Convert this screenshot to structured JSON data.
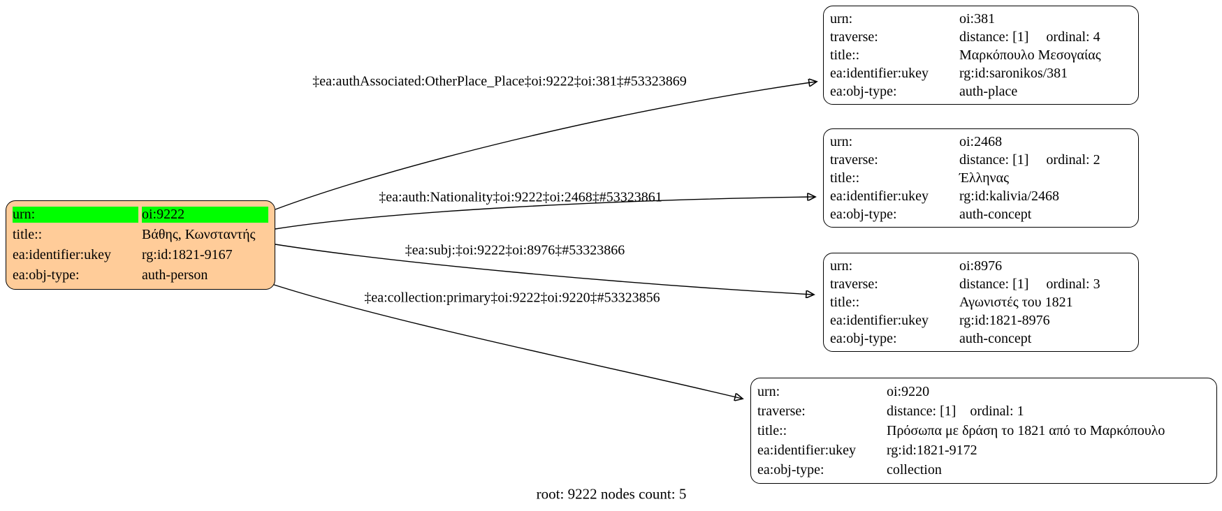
{
  "diagram": {
    "footer": "root: 9222 nodes count: 5",
    "colors": {
      "root_fill": "#ffcc99",
      "highlight": "#00ff00",
      "node_fill": "#ffffff",
      "border": "#000000"
    },
    "root": {
      "rows": [
        {
          "key": "urn:",
          "value": "oi:9222"
        },
        {
          "key": "title::",
          "value": "Βάθης, Κωνσταντής"
        },
        {
          "key": "ea:identifier:ukey",
          "value": "rg:id:1821-9167"
        },
        {
          "key": "ea:obj-type:",
          "value": "auth-person"
        }
      ]
    },
    "nodes": [
      {
        "rows": [
          {
            "key": "urn:",
            "value": "oi:381"
          },
          {
            "key": "traverse:",
            "value": "distance: [1]     ordinal: 4"
          },
          {
            "key": "title::",
            "value": "Μαρκόπουλο Μεσογαίας"
          },
          {
            "key": "ea:identifier:ukey",
            "value": "rg:id:saronikos/381"
          },
          {
            "key": "ea:obj-type:",
            "value": "auth-place"
          }
        ]
      },
      {
        "rows": [
          {
            "key": "urn:",
            "value": "oi:2468"
          },
          {
            "key": "traverse:",
            "value": "distance: [1]     ordinal: 2"
          },
          {
            "key": "title::",
            "value": "Έλληνας"
          },
          {
            "key": "ea:identifier:ukey",
            "value": "rg:id:kalivia/2468"
          },
          {
            "key": "ea:obj-type:",
            "value": "auth-concept"
          }
        ]
      },
      {
        "rows": [
          {
            "key": "urn:",
            "value": "oi:8976"
          },
          {
            "key": "traverse:",
            "value": "distance: [1]     ordinal: 3"
          },
          {
            "key": "title::",
            "value": "Αγωνιστές του 1821"
          },
          {
            "key": "ea:identifier:ukey",
            "value": "rg:id:1821-8976"
          },
          {
            "key": "ea:obj-type:",
            "value": "auth-concept"
          }
        ]
      },
      {
        "rows": [
          {
            "key": "urn:",
            "value": "oi:9220"
          },
          {
            "key": "traverse:",
            "value": "distance: [1]    ordinal: 1"
          },
          {
            "key": "title::",
            "value": "Πρόσωπα με δράση το 1821 από το Μαρκόπουλο"
          },
          {
            "key": "ea:identifier:ukey",
            "value": "rg:id:1821-9172"
          },
          {
            "key": "ea:obj-type:",
            "value": "collection"
          }
        ]
      }
    ],
    "edges": [
      {
        "label": "‡ea:authAssociated:OtherPlace_Place‡oi:9222‡oi:381‡#53323869"
      },
      {
        "label": "‡ea:auth:Nationality‡oi:9222‡oi:2468‡#53323861"
      },
      {
        "label": "‡ea:subj:‡oi:9222‡oi:8976‡#53323866"
      },
      {
        "label": "‡ea:collection:primary‡oi:9222‡oi:9220‡#53323856"
      }
    ]
  }
}
